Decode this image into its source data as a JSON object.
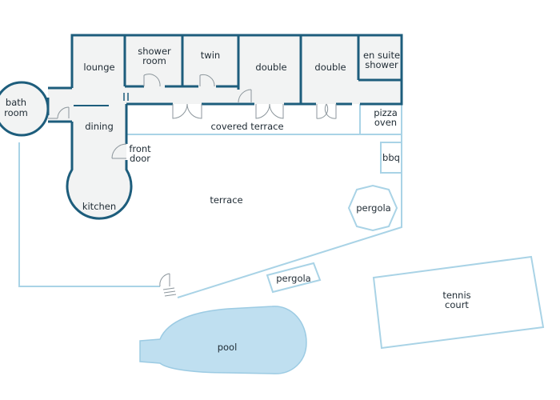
{
  "plan": {
    "rooms": {
      "bathroom_line1": "bath",
      "bathroom_line2": "room",
      "lounge": "lounge",
      "shower_line1": "shower",
      "shower_line2": "room",
      "twin": "twin",
      "double_1": "double",
      "double_2": "double",
      "ensuite_line1": "en suite",
      "ensuite_line2": "shower",
      "dining": "dining",
      "kitchen": "kitchen",
      "front_door_line1": "front",
      "front_door_line2": "door"
    },
    "outdoor": {
      "covered_terrace": "covered terrace",
      "pizza_line1": "pizza",
      "pizza_line2": "oven",
      "bbq": "bbq",
      "terrace": "terrace",
      "pergola_hex": "pergola",
      "pergola_rect": "pergola",
      "tennis_line1": "tennis",
      "tennis_line2": "court",
      "pool": "pool"
    },
    "colors": {
      "wall": "#1d5d7c",
      "outline": "#a9d3e6",
      "room_fill": "#f2f3f3",
      "pool_fill": "#bfdff0",
      "text": "#1e2a33"
    }
  }
}
